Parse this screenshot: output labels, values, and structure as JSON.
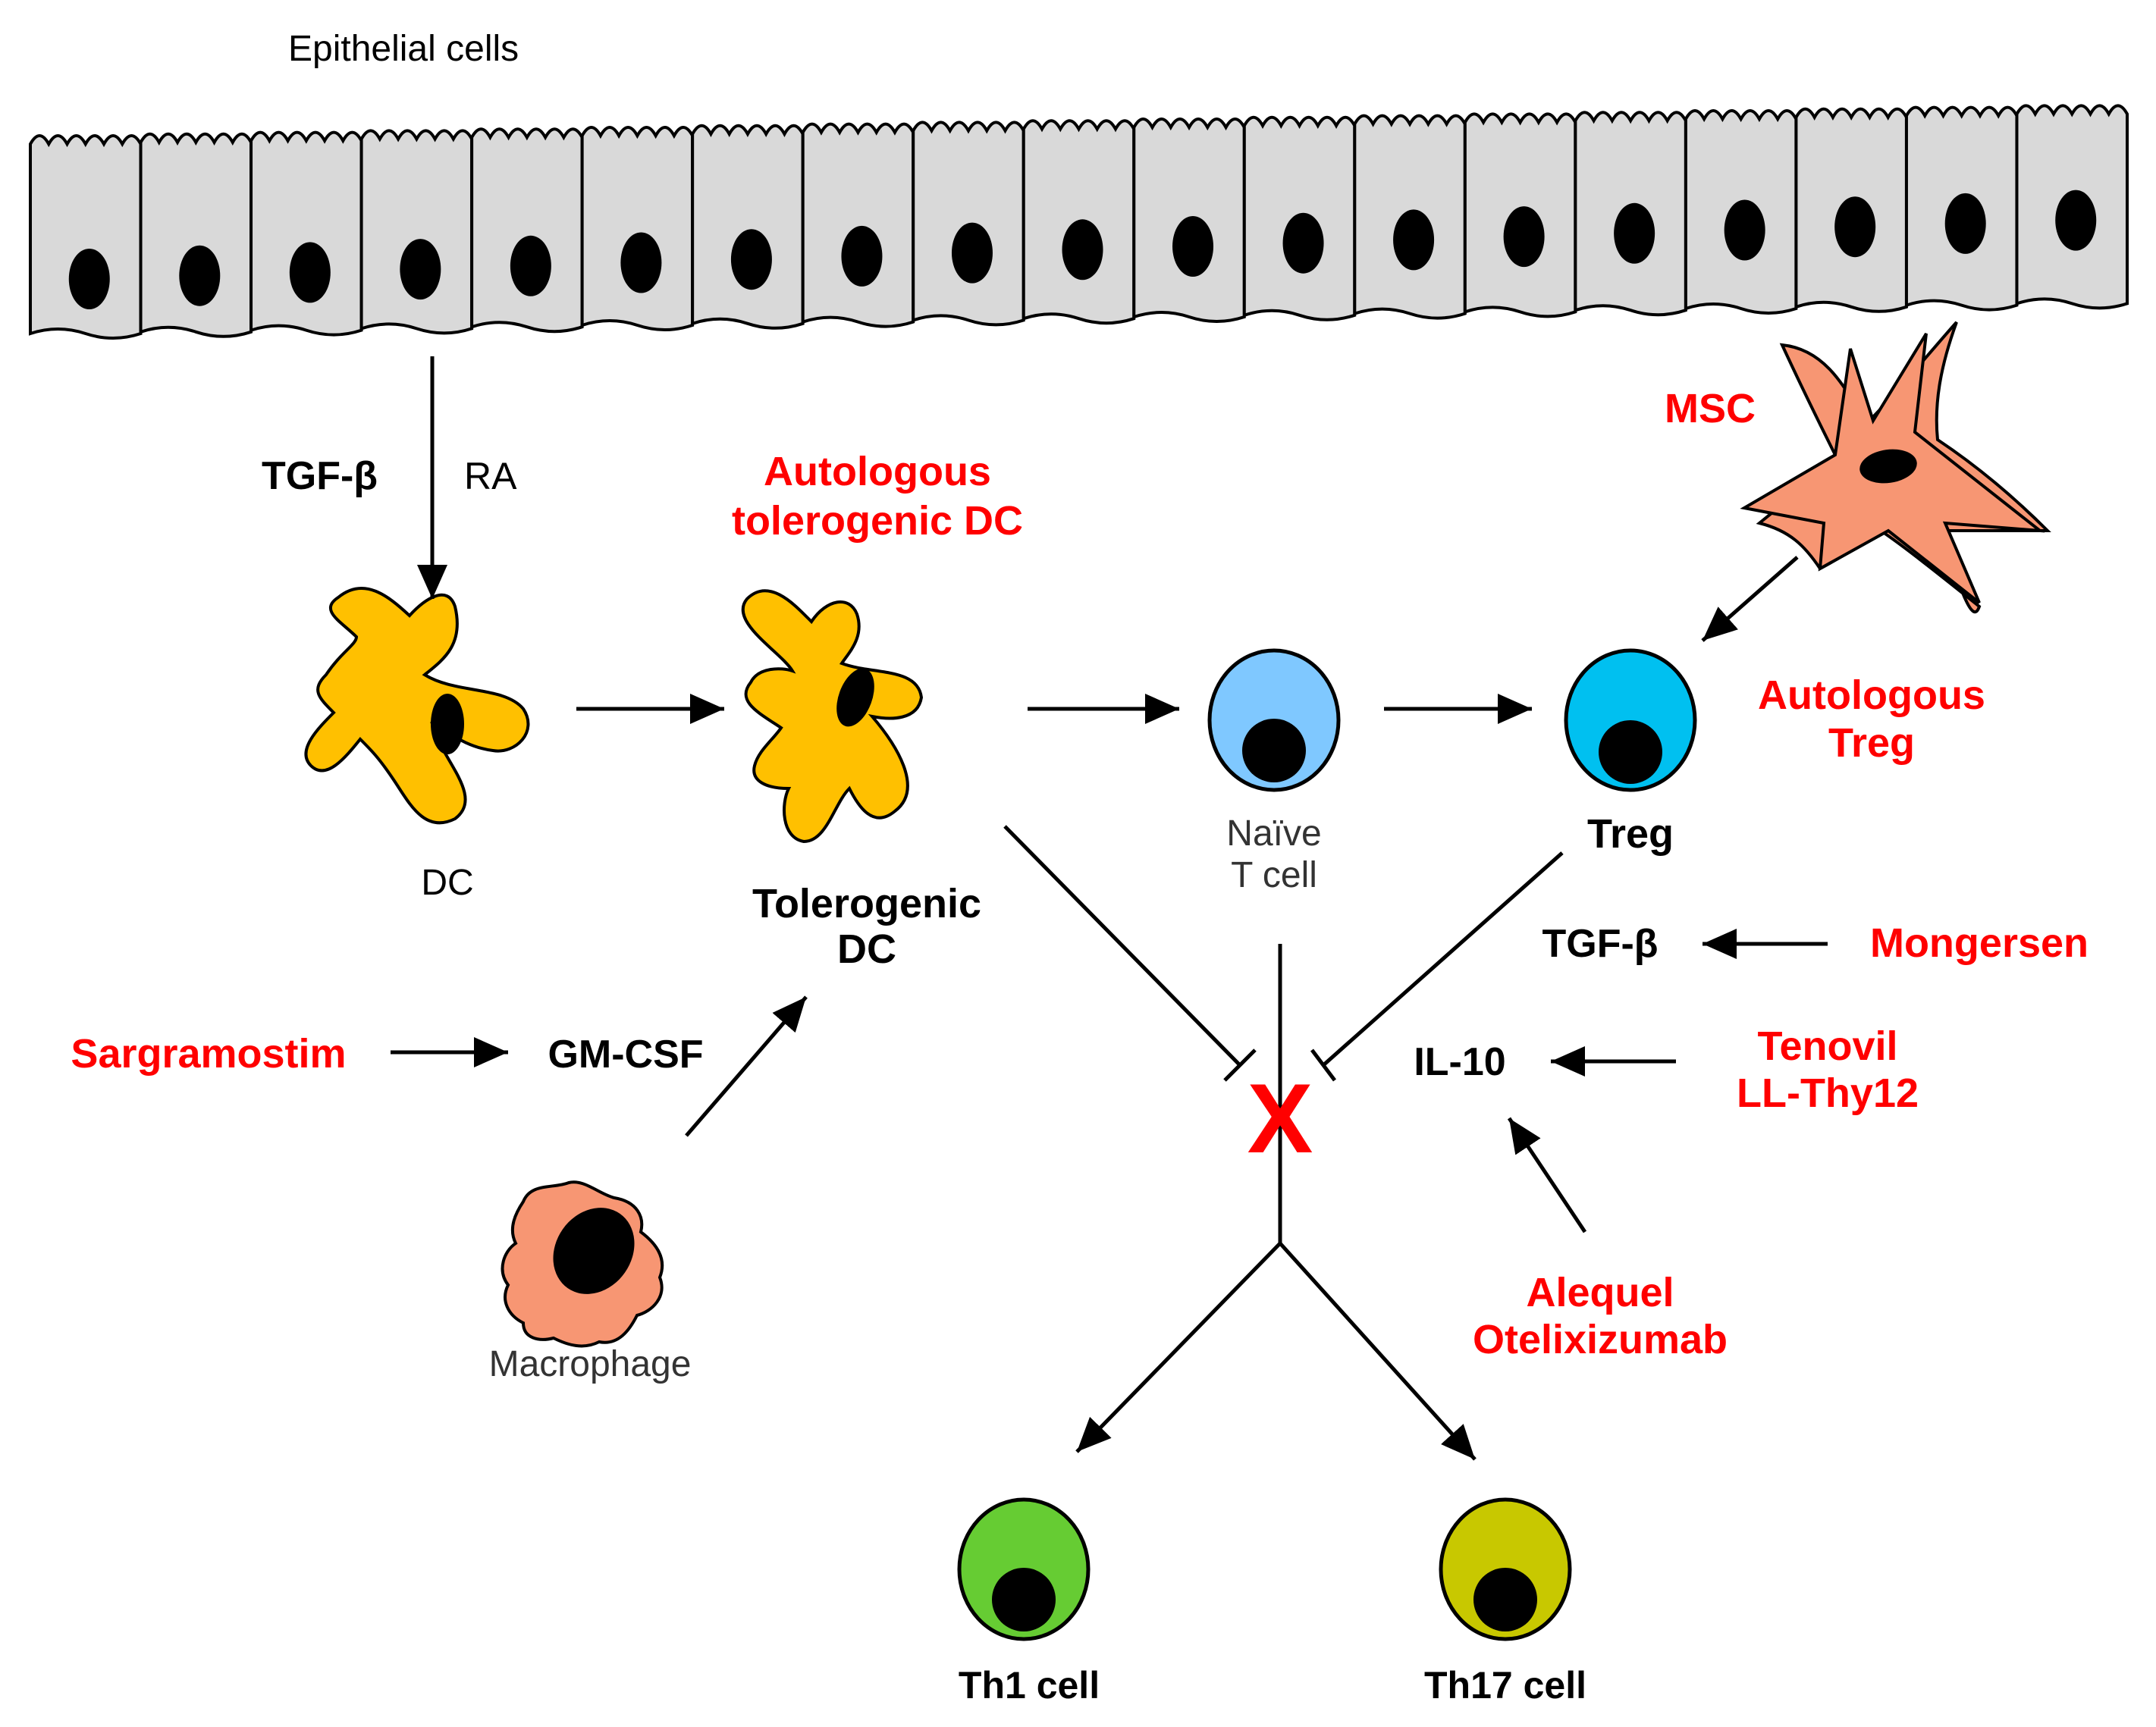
{
  "labels": {
    "epithelial": "Epithelial cells",
    "tgf_beta_top": "TGF-β",
    "ra": "RA",
    "dc": "DC",
    "autologous_tol_dc_1": "Autologous",
    "autologous_tol_dc_2": "tolerogenic DC",
    "tolerogenic_dc_1": "Tolerogenic",
    "tolerogenic_dc_2": "DC",
    "naive_1": "Naïve",
    "naive_2": "T cell",
    "treg": "Treg",
    "msc": "MSC",
    "autologous_treg_1": "Autologous",
    "autologous_treg_2": "Treg",
    "tgf_beta_right": "TGF-β",
    "mongersen": "Mongersen",
    "il10": "IL-10",
    "tenovil": "Tenovil",
    "ll_thy12": "LL-Thy12",
    "alequel": "Alequel",
    "otelixizumab": "Otelixizumab",
    "sargramostim": "Sargramostim",
    "gm_csf": "GM-CSF",
    "macrophage": "Macrophage",
    "th1": "Th1 cell",
    "th17": "Th17 cell",
    "block_mark": "X"
  },
  "colors": {
    "drug_red": "#ff0000",
    "epithelium_fill": "#d9d9d9",
    "dc_fill": "#ffc000",
    "msc_fill": "#f79673",
    "macrophage_fill": "#f79673",
    "naive_fill": "#7fc8ff",
    "treg_fill": "#00c0f0",
    "th1_fill": "#66cc33",
    "th17_fill": "#c8c800"
  }
}
